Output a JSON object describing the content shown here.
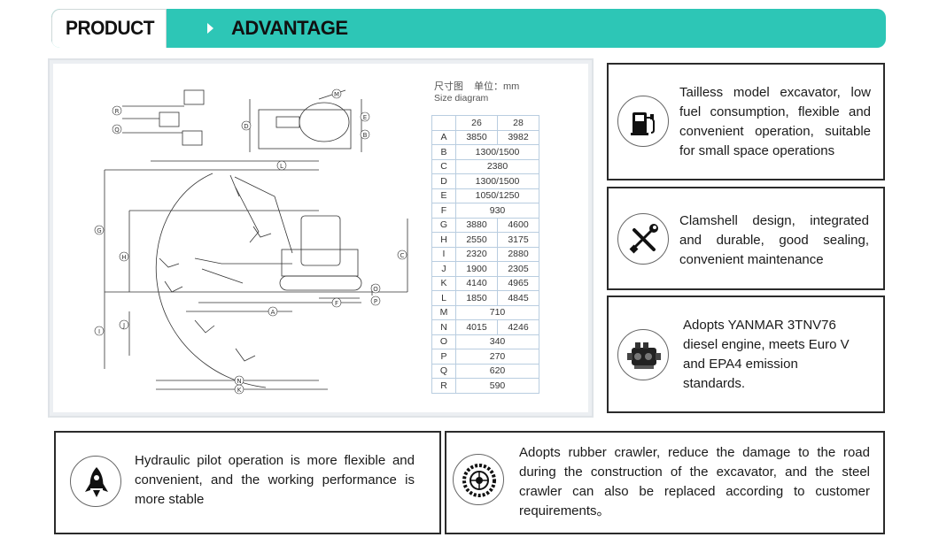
{
  "banner": {
    "product": "PRODUCT",
    "advantage": "ADVANTAGE"
  },
  "diagram": {
    "title": "尺寸图",
    "unit": "单位：mm",
    "subtitle": "Size diagram",
    "columns": [
      "26",
      "28"
    ],
    "rows": [
      {
        "key": "A",
        "v1": "3850",
        "v2": "3982"
      },
      {
        "key": "B",
        "merged": "1300/1500"
      },
      {
        "key": "C",
        "merged": "2380"
      },
      {
        "key": "D",
        "merged": "1300/1500"
      },
      {
        "key": "E",
        "merged": "1050/1250"
      },
      {
        "key": "F",
        "merged": "930"
      },
      {
        "key": "G",
        "v1": "3880",
        "v2": "4600"
      },
      {
        "key": "H",
        "v1": "2550",
        "v2": "3175"
      },
      {
        "key": "I",
        "v1": "2320",
        "v2": "2880"
      },
      {
        "key": "J",
        "v1": "1900",
        "v2": "2305"
      },
      {
        "key": "K",
        "v1": "4140",
        "v2": "4965"
      },
      {
        "key": "L",
        "v1": "1850",
        "v2": "4845"
      },
      {
        "key": "M",
        "merged": "710"
      },
      {
        "key": "N",
        "v1": "4015",
        "v2": "4246"
      },
      {
        "key": "O",
        "merged": "340"
      },
      {
        "key": "P",
        "merged": "270"
      },
      {
        "key": "Q",
        "merged": "620"
      },
      {
        "key": "R",
        "merged": "590"
      }
    ]
  },
  "features": {
    "fuel": {
      "icon": "fuel-pump-icon",
      "text": "Tailless model excavator, low fuel consumption, flexible and convenient operation, suitable for small space operations"
    },
    "tools": {
      "icon": "wrench-screwdriver-icon",
      "text": "Clamshell design, integrated and durable, good sealing, convenient maintenance"
    },
    "engine": {
      "icon": "engine-icon",
      "text": "Adopts YANMAR 3TNV76 diesel engine, meets Euro V and EPA4 emission standards."
    },
    "hydraulic": {
      "icon": "rocket-icon",
      "text": "Hydraulic pilot operation is more flexible and convenient, and the working performance is more stable"
    },
    "crawler": {
      "icon": "crawler-wheel-icon",
      "text": "Adopts rubber crawler, reduce the damage to the road during the construction of the excavator, and the steel crawler can also be replaced according to customer requirements。"
    }
  },
  "colors": {
    "accent": "#2dc6b6",
    "border": "#2b2b2b",
    "table_line": "#b9cde0"
  }
}
